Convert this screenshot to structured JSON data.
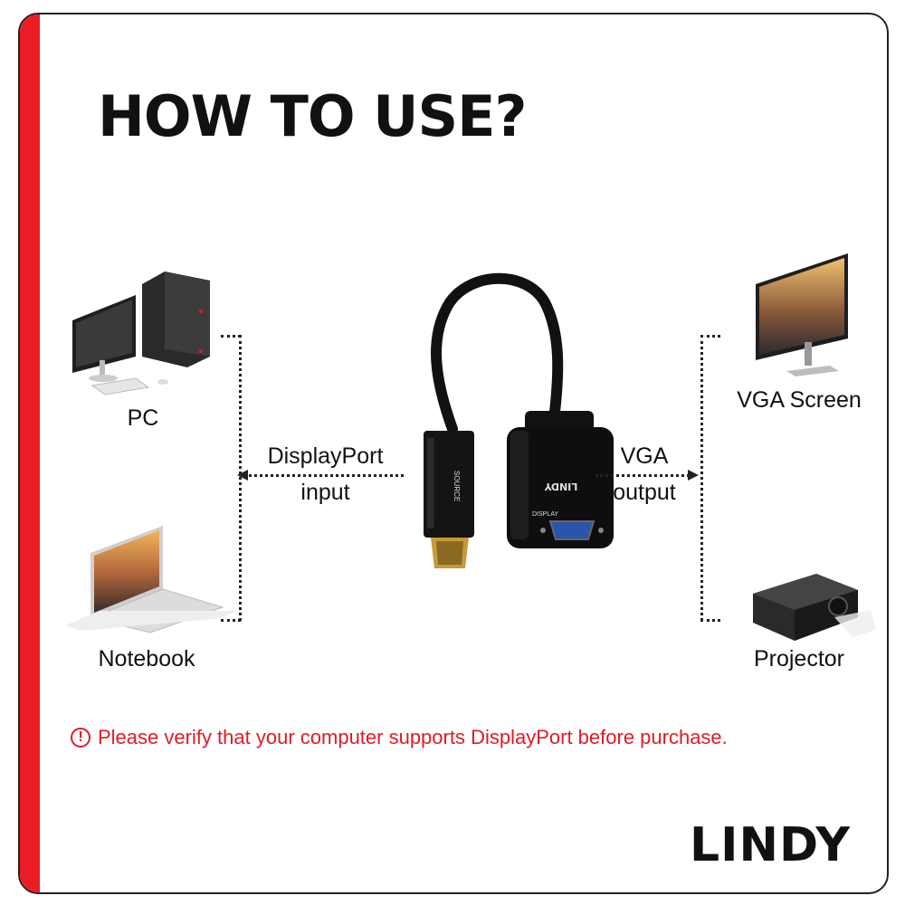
{
  "title": "HOW TO USE?",
  "devices": {
    "pc": "PC",
    "notebook": "Notebook",
    "vga_screen": "VGA Screen",
    "projector": "Projector"
  },
  "adapter": {
    "input_label_line1": "DisplayPort",
    "input_label_line2": "input",
    "output_label_line1": "VGA",
    "output_label_line2": "output",
    "plug_text": "SOURCE",
    "box_brand": "LINDY",
    "box_port_text": "DISPLAY"
  },
  "warning": {
    "icon": "exclamation-circle-icon",
    "text": "Please verify that your computer supports DisplayPort before purchase."
  },
  "brand": {
    "logo_text": "LINDY",
    "accent": "#ec1c24"
  }
}
